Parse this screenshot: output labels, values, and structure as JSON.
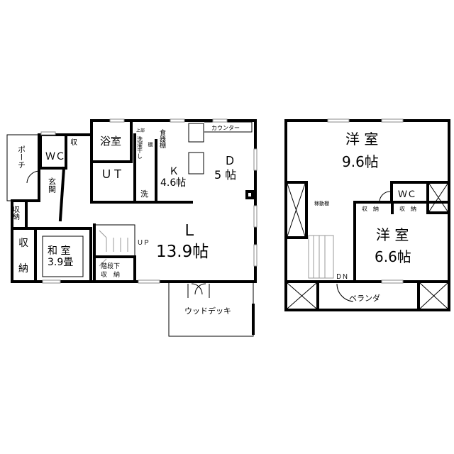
{
  "floor1": {
    "porch": "ポーチ",
    "wc": "ＷＣ",
    "storage_small": "収",
    "bath": "浴室",
    "upper_drying": "上部",
    "washing_drying": "洗濯干し",
    "shelf": "棚",
    "cupboard": "食器棚",
    "counter": "カウンター",
    "ut": "ＵＴ",
    "entrance": "玄関",
    "wash": "洗",
    "kitchen": "Ｋ",
    "kitchen_size": "4.6帖",
    "dining": "Ｄ",
    "dining_size": "5 帖",
    "storage_1": "収納",
    "storage_2a": "収",
    "storage_2b": "納",
    "japanese_room": "和 室",
    "japanese_size": "3.9畳",
    "up": "ＵＰ",
    "living": "Ｌ",
    "living_size": "13.9帖",
    "under_stairs_1": "階段下",
    "under_stairs_2": "収　納",
    "wood_deck": "ウッドデッキ"
  },
  "floor2": {
    "western_room_1": "洋 室",
    "western_room_1_size": "9.6帖",
    "wc": "ＷＣ",
    "movable_shelf": "稼動棚",
    "storage_a": "収　納",
    "storage_b": "収　納",
    "western_room_2": "洋 室",
    "western_room_2_size": "6.6帖",
    "dn": "ＤＮ",
    "veranda": "ベランダ"
  }
}
